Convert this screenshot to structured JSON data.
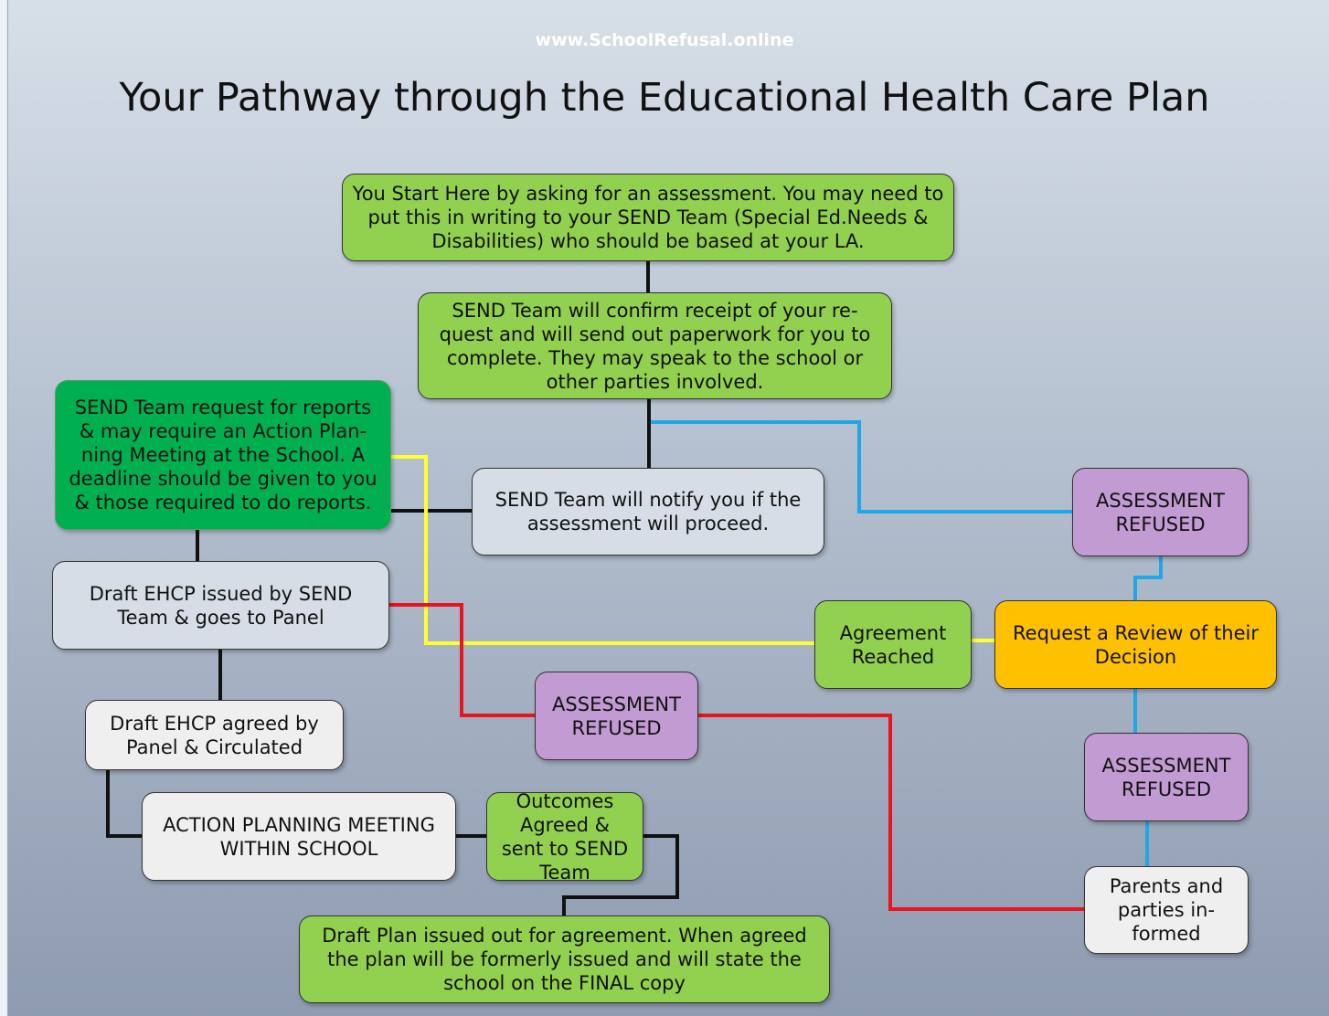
{
  "header": {
    "url": "www.SchoolRefusal.online",
    "title": "Your Pathway through the Educational Health Care Plan"
  },
  "boxes": {
    "start": "You Start Here by asking for an assessment. You may need to put this in writing to your SEND Team (Special Ed.Needs & Disabilities) who should be based at your LA.",
    "confirm": "SEND Team will confirm receipt of your re-quest and will send out paperwork for you to complete. They may speak to the school or other parties involved.",
    "reports": "SEND Team request for reports & may require an Action Plan-ning Meeting at the School.  A deadline should be given to you & those required to do reports.",
    "notify": "SEND Team will notify you if the assessment will proceed.",
    "refused1": "ASSESSMENT REFUSED",
    "draft_issued": "Draft EHCP issued by SEND Team & goes to Panel",
    "agreement": "Agreement Reached",
    "review": "Request a Review of their Decision",
    "refused2": "ASSESSMENT REFUSED",
    "draft_agreed": "Draft EHCP agreed by Panel & Circulated",
    "refused3": "ASSESSMENT REFUSED",
    "action_meeting": "ACTION PLANNING MEETING WITHIN SCHOOL",
    "outcomes": "Outcomes Agreed & sent to SEND Team",
    "parents": "Parents and parties in-formed",
    "draft_plan": "Draft Plan issued out for agreement. When agreed the plan will be formerly issued and will state the school on the FINAL copy"
  },
  "colors": {
    "green": "#92d050",
    "dark_green": "#00b050",
    "grey": "#d6dde6",
    "purple": "#c39bd3",
    "orange": "#ffc000",
    "black_line": "#111111",
    "blue_line": "#22a7e6",
    "yellow_line": "#ffff33",
    "red_line": "#e8141e"
  }
}
